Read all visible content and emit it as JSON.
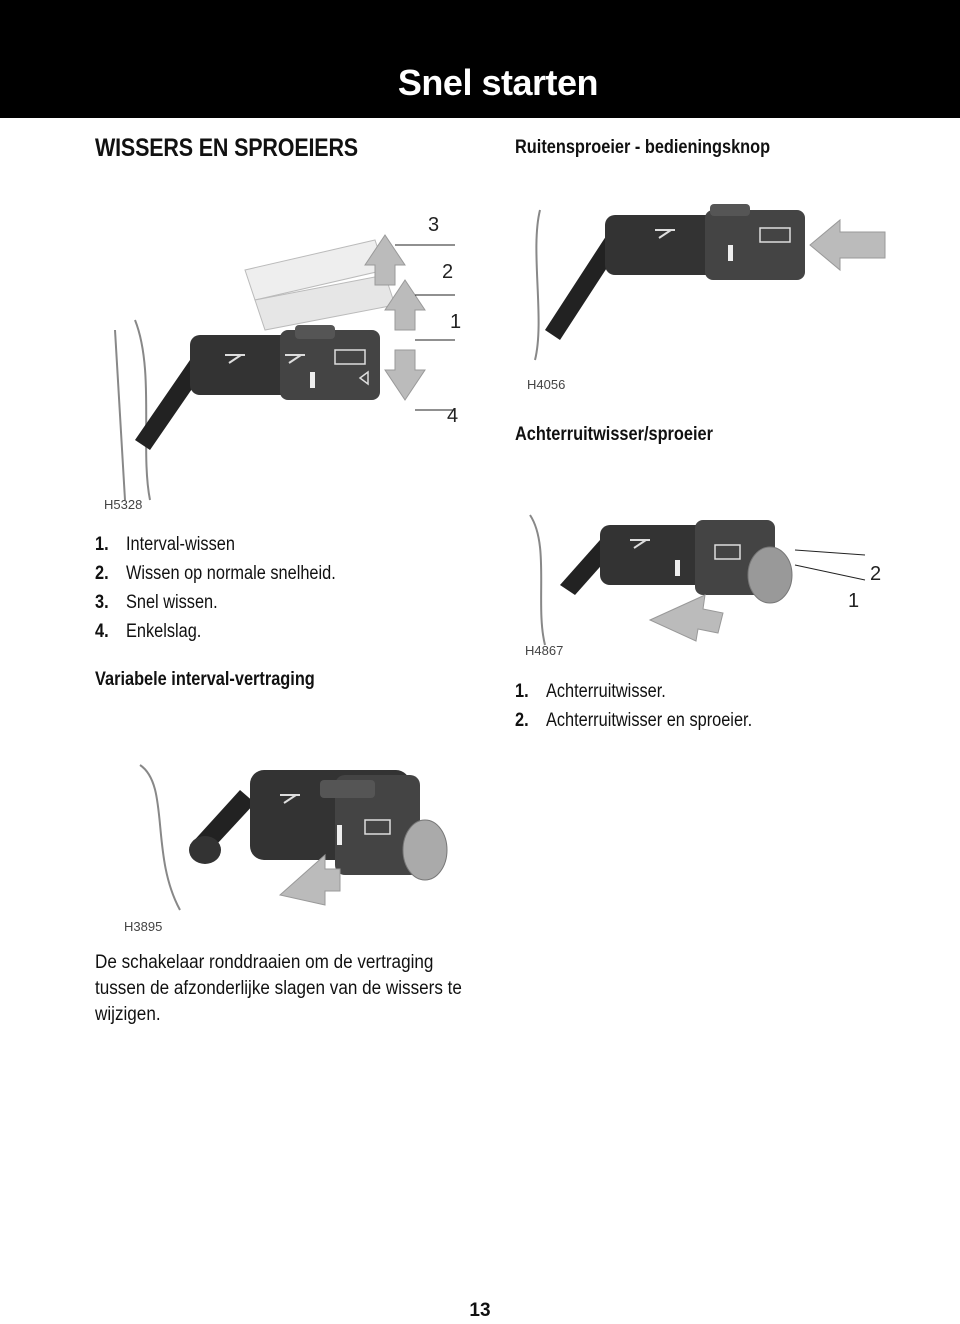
{
  "header": {
    "title": "Snel starten"
  },
  "section": {
    "title": "WISSERS EN SPROEIERS"
  },
  "left": {
    "figure1": {
      "caption": "H5328",
      "callouts": [
        "3",
        "2",
        "1",
        "4"
      ]
    },
    "items": [
      {
        "num": "1.",
        "text": "Interval-wissen"
      },
      {
        "num": "2.",
        "text": "Wissen op normale snelheid."
      },
      {
        "num": "3.",
        "text": "Snel wissen."
      },
      {
        "num": "4.",
        "text": "Enkelslag."
      }
    ],
    "subheading": "Variabele interval-vertraging",
    "figure2": {
      "caption": "H3895"
    },
    "paragraph": "De schakelaar ronddraaien om de vertraging tussen de afzonderlijke slagen van de wissers te wijzigen."
  },
  "right": {
    "subheading1": "Ruitensproeier - bedieningsknop",
    "figure1": {
      "caption": "H4056"
    },
    "subheading2": "Achterruitwisser/sproeier",
    "figure2": {
      "caption": "H4867",
      "callouts": [
        "2",
        "1"
      ]
    },
    "items": [
      {
        "num": "1.",
        "text": "Achterruitwisser."
      },
      {
        "num": "2.",
        "text": "Achterruitwisser en sproeier."
      }
    ]
  },
  "footer": {
    "page_number": "13"
  },
  "colors": {
    "header_bg": "#000000",
    "header_text": "#ffffff"
  },
  "icons": [
    "wiper-stalk-illustration",
    "up-arrow-icon",
    "down-arrow-icon",
    "push-arrow-icon"
  ]
}
